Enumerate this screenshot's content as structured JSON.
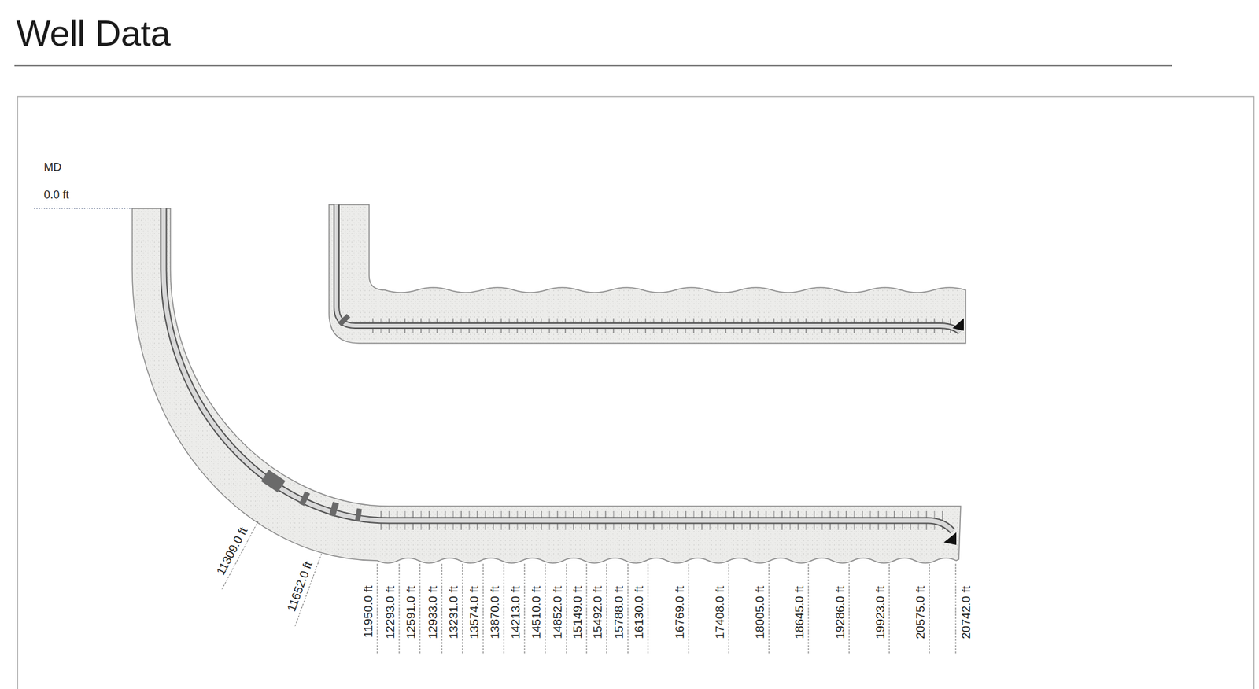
{
  "diagram": {
    "title": "Well Data",
    "labels": [
      "MD",
      "0.0 ft",
      "11309.0 ft",
      "11652.0 ft",
      "11950.0 ft",
      "12293.0 ft",
      "12591.0 ft",
      "12933.0 ft",
      "13231.0 ft",
      "13574.0 ft",
      "13870.0 ft",
      "14213.0 ft",
      "14510.0 ft",
      "14852.0 ft",
      "15149.0 ft",
      "15492.0 ft",
      "15788.0 ft",
      "16130.0 ft",
      "16769.0 ft",
      "17408.0 ft",
      "18005.0 ft",
      "18645.0 ft",
      "19286.0 ft",
      "19923.0 ft",
      "20575.0 ft",
      "20742.0 ft"
    ]
  }
}
